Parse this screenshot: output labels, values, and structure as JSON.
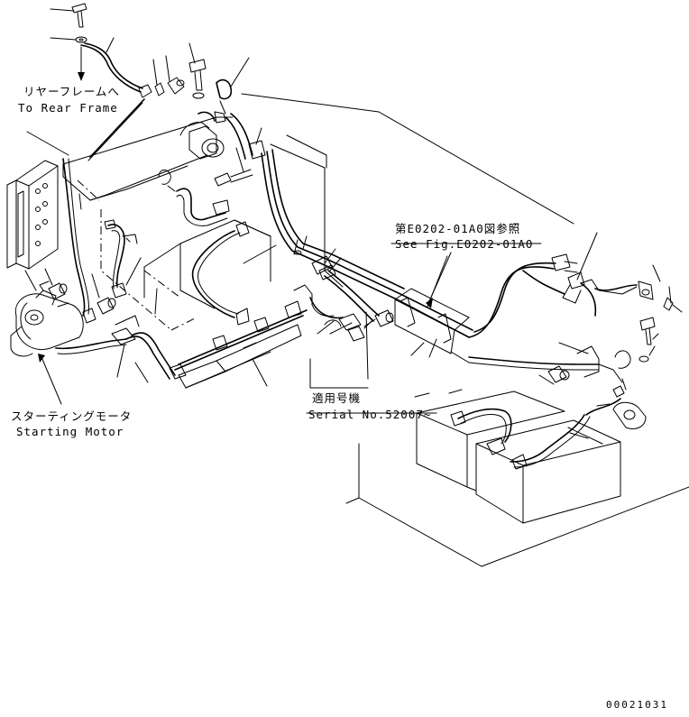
{
  "labels": {
    "rear_frame_jp": "リヤーフレームへ",
    "rear_frame_en": "To Rear Frame",
    "see_fig_jp": "第E0202-01A0図参照",
    "see_fig_en": "See Fig.E0202-01A0",
    "serial_jp": "適用号機",
    "serial_en": "Serial No.52007~",
    "starting_motor_jp": "スターティングモータ",
    "starting_motor_en": "Starting Motor",
    "drawing_number": "00021031"
  }
}
